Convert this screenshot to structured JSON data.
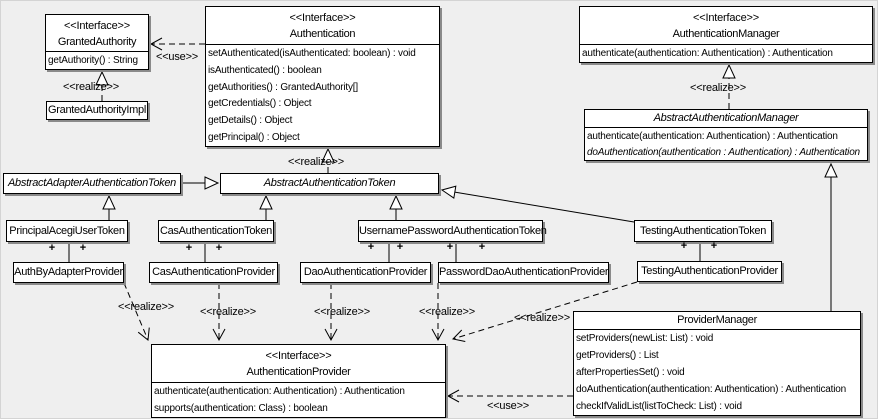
{
  "diagram": {
    "title": "Authentication framework UML class diagram",
    "colors": {
      "background": "#efefef",
      "box_fill": "#ffffff",
      "line": "#000000",
      "shadow": "#8a8a8a"
    },
    "edge_labels": {
      "use": "<<use>>",
      "realize": "<<realize>>",
      "plus": "+"
    },
    "classes": [
      {
        "id": "granted-authority",
        "stereotype": "<<Interface>>",
        "name": "GrantedAuthority",
        "italic": false,
        "methods": [
          {
            "text": "getAuthority() : String",
            "italic": false
          }
        ]
      },
      {
        "id": "granted-authority-impl",
        "stereotype": "",
        "name": "GrantedAuthorityImpl",
        "italic": false,
        "methods": []
      },
      {
        "id": "authentication",
        "stereotype": "<<Interface>>",
        "name": "Authentication",
        "italic": false,
        "methods": [
          {
            "text": "setAuthenticated(isAuthenticated: boolean) : void",
            "italic": false
          },
          {
            "text": "isAuthenticated() : boolean",
            "italic": false
          },
          {
            "text": "getAuthorities() : GrantedAuthority[]",
            "italic": false
          },
          {
            "text": "getCredentials() : Object",
            "italic": false
          },
          {
            "text": "getDetails() : Object",
            "italic": false
          },
          {
            "text": "getPrincipal() : Object",
            "italic": false
          }
        ]
      },
      {
        "id": "authentication-manager",
        "stereotype": "<<Interface>>",
        "name": "AuthenticationManager",
        "italic": false,
        "methods": [
          {
            "text": "authenticate(authentication: Authentication) : Authentication",
            "italic": false
          }
        ]
      },
      {
        "id": "abstract-authentication-manager",
        "stereotype": "",
        "name": "AbstractAuthenticationManager",
        "italic": true,
        "methods": [
          {
            "text": "authenticate(authentication: Authentication) : Authentication",
            "italic": false
          },
          {
            "text": "doAuthentication(authentication : Authentication) : Authentication",
            "italic": true
          }
        ]
      },
      {
        "id": "abstract-adapter-authentication-token",
        "stereotype": "",
        "name": "AbstractAdapterAuthenticationToken",
        "italic": true,
        "methods": []
      },
      {
        "id": "abstract-authentication-token",
        "stereotype": "",
        "name": "AbstractAuthenticationToken",
        "italic": true,
        "methods": []
      },
      {
        "id": "principal-acegi-user-token",
        "stereotype": "",
        "name": "PrincipalAcegiUserToken",
        "italic": false,
        "methods": []
      },
      {
        "id": "cas-authentication-token",
        "stereotype": "",
        "name": "CasAuthenticationToken",
        "italic": false,
        "methods": []
      },
      {
        "id": "username-password-authentication-token",
        "stereotype": "",
        "name": "UsernamePasswordAuthenticationToken",
        "italic": false,
        "methods": []
      },
      {
        "id": "testing-authentication-token",
        "stereotype": "",
        "name": "TestingAuthenticationToken",
        "italic": false,
        "methods": []
      },
      {
        "id": "auth-by-adapter-provider",
        "stereotype": "",
        "name": "AuthByAdapterProvider",
        "italic": false,
        "methods": []
      },
      {
        "id": "cas-authentication-provider",
        "stereotype": "",
        "name": "CasAuthenticationProvider",
        "italic": false,
        "methods": []
      },
      {
        "id": "dao-authentication-provider",
        "stereotype": "",
        "name": "DaoAuthenticationProvider",
        "italic": false,
        "methods": []
      },
      {
        "id": "password-dao-authentication-provider",
        "stereotype": "",
        "name": "PasswordDaoAuthenticationProvider",
        "italic": false,
        "methods": []
      },
      {
        "id": "testing-authentication-provider",
        "stereotype": "",
        "name": "TestingAuthenticationProvider",
        "italic": false,
        "methods": []
      },
      {
        "id": "authentication-provider",
        "stereotype": "<<Interface>>",
        "name": "AuthenticationProvider",
        "italic": false,
        "methods": [
          {
            "text": "authenticate(authentication: Authentication) : Authentication",
            "italic": false
          },
          {
            "text": "supports(authentication: Class) : boolean",
            "italic": false
          }
        ]
      },
      {
        "id": "provider-manager",
        "stereotype": "",
        "name": "ProviderManager",
        "italic": false,
        "methods": [
          {
            "text": "setProviders(newList: List) : void",
            "italic": false
          },
          {
            "text": "getProviders() : List",
            "italic": false
          },
          {
            "text": "afterPropertiesSet() : void",
            "italic": false
          },
          {
            "text": "doAuthentication(authentication: Authentication) : Authentication",
            "italic": false
          },
          {
            "text": "checkIfValidList(listToCheck: List) : void",
            "italic": false
          }
        ]
      }
    ]
  }
}
